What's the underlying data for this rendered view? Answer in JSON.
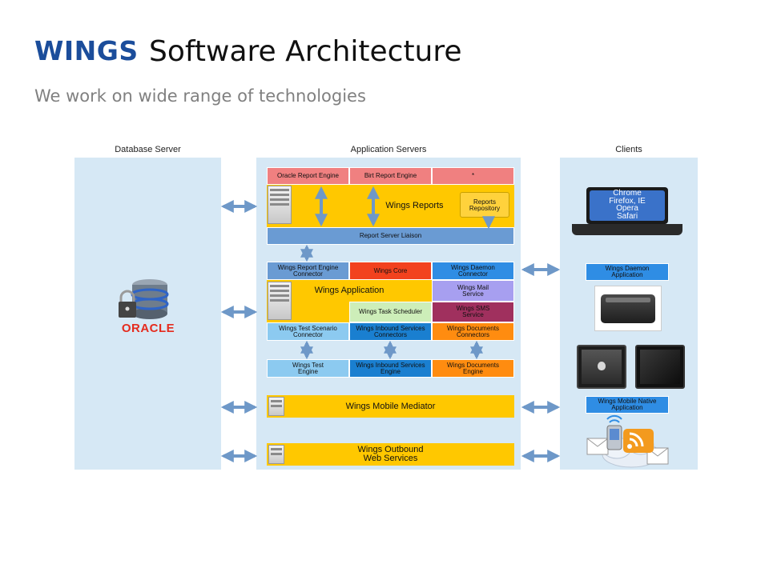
{
  "header": {
    "brand": "WINGS",
    "title": "Software Architecture",
    "subtitle": "We work on wide range of technologies"
  },
  "columns": {
    "database": "Database Server",
    "app": "Application Servers",
    "clients": "Clients"
  },
  "database": {
    "logo": "ORACLE",
    "icon": "locked-database-icon"
  },
  "reports": {
    "engines": [
      "Oracle Report Engine",
      "Birt Report Engine",
      "*"
    ],
    "main": "Wings Reports",
    "repository": [
      "Reports",
      "Repository"
    ],
    "liaison": "Report Server Liaison"
  },
  "application": {
    "row1": [
      [
        "Wings Report Engine",
        "Connector"
      ],
      "Wings Core",
      [
        "Wings Daemon",
        "Connector"
      ]
    ],
    "main": "Wings Application",
    "mail": [
      "Wings Mail",
      "Service"
    ],
    "scheduler": "Wings Task Scheduler",
    "sms": [
      "Wings SMS",
      "Service"
    ],
    "row4": [
      [
        "Wings Test Scenario",
        "Connector"
      ],
      [
        "Wings Inbound Services",
        "Connectors"
      ],
      [
        "Wings Documents",
        "Connectors"
      ]
    ]
  },
  "engines": [
    [
      "Wings Test",
      "Engine"
    ],
    [
      "Wings Inbound Services",
      "Engine"
    ],
    [
      "Wings Documents",
      "Engine"
    ]
  ],
  "mediator": "Wings Mobile Mediator",
  "outbound": [
    "Wings Outbound",
    "Web Services"
  ],
  "clients": {
    "browsers": [
      "Chrome",
      "Firefox, IE",
      "Opera",
      "Safari"
    ],
    "daemon": [
      "Wings Daemon",
      "Application"
    ],
    "mobile": [
      "Wings Mobile Native",
      "Application"
    ]
  },
  "colors": {
    "panel": "#d6e8f5",
    "salmon": "#f08080",
    "yellow": "#ffc800",
    "blue": "#6a9bd3",
    "brightBlue": "#2f8de4",
    "red": "#f2421e",
    "lavender": "#a79ff0",
    "green": "#cdeeb9",
    "maroon": "#a0305e",
    "lightBlue": "#8ccaf0",
    "darkBlue": "#1a7fd0",
    "orange": "#ff8c10",
    "arrow": "#6e98c8"
  }
}
